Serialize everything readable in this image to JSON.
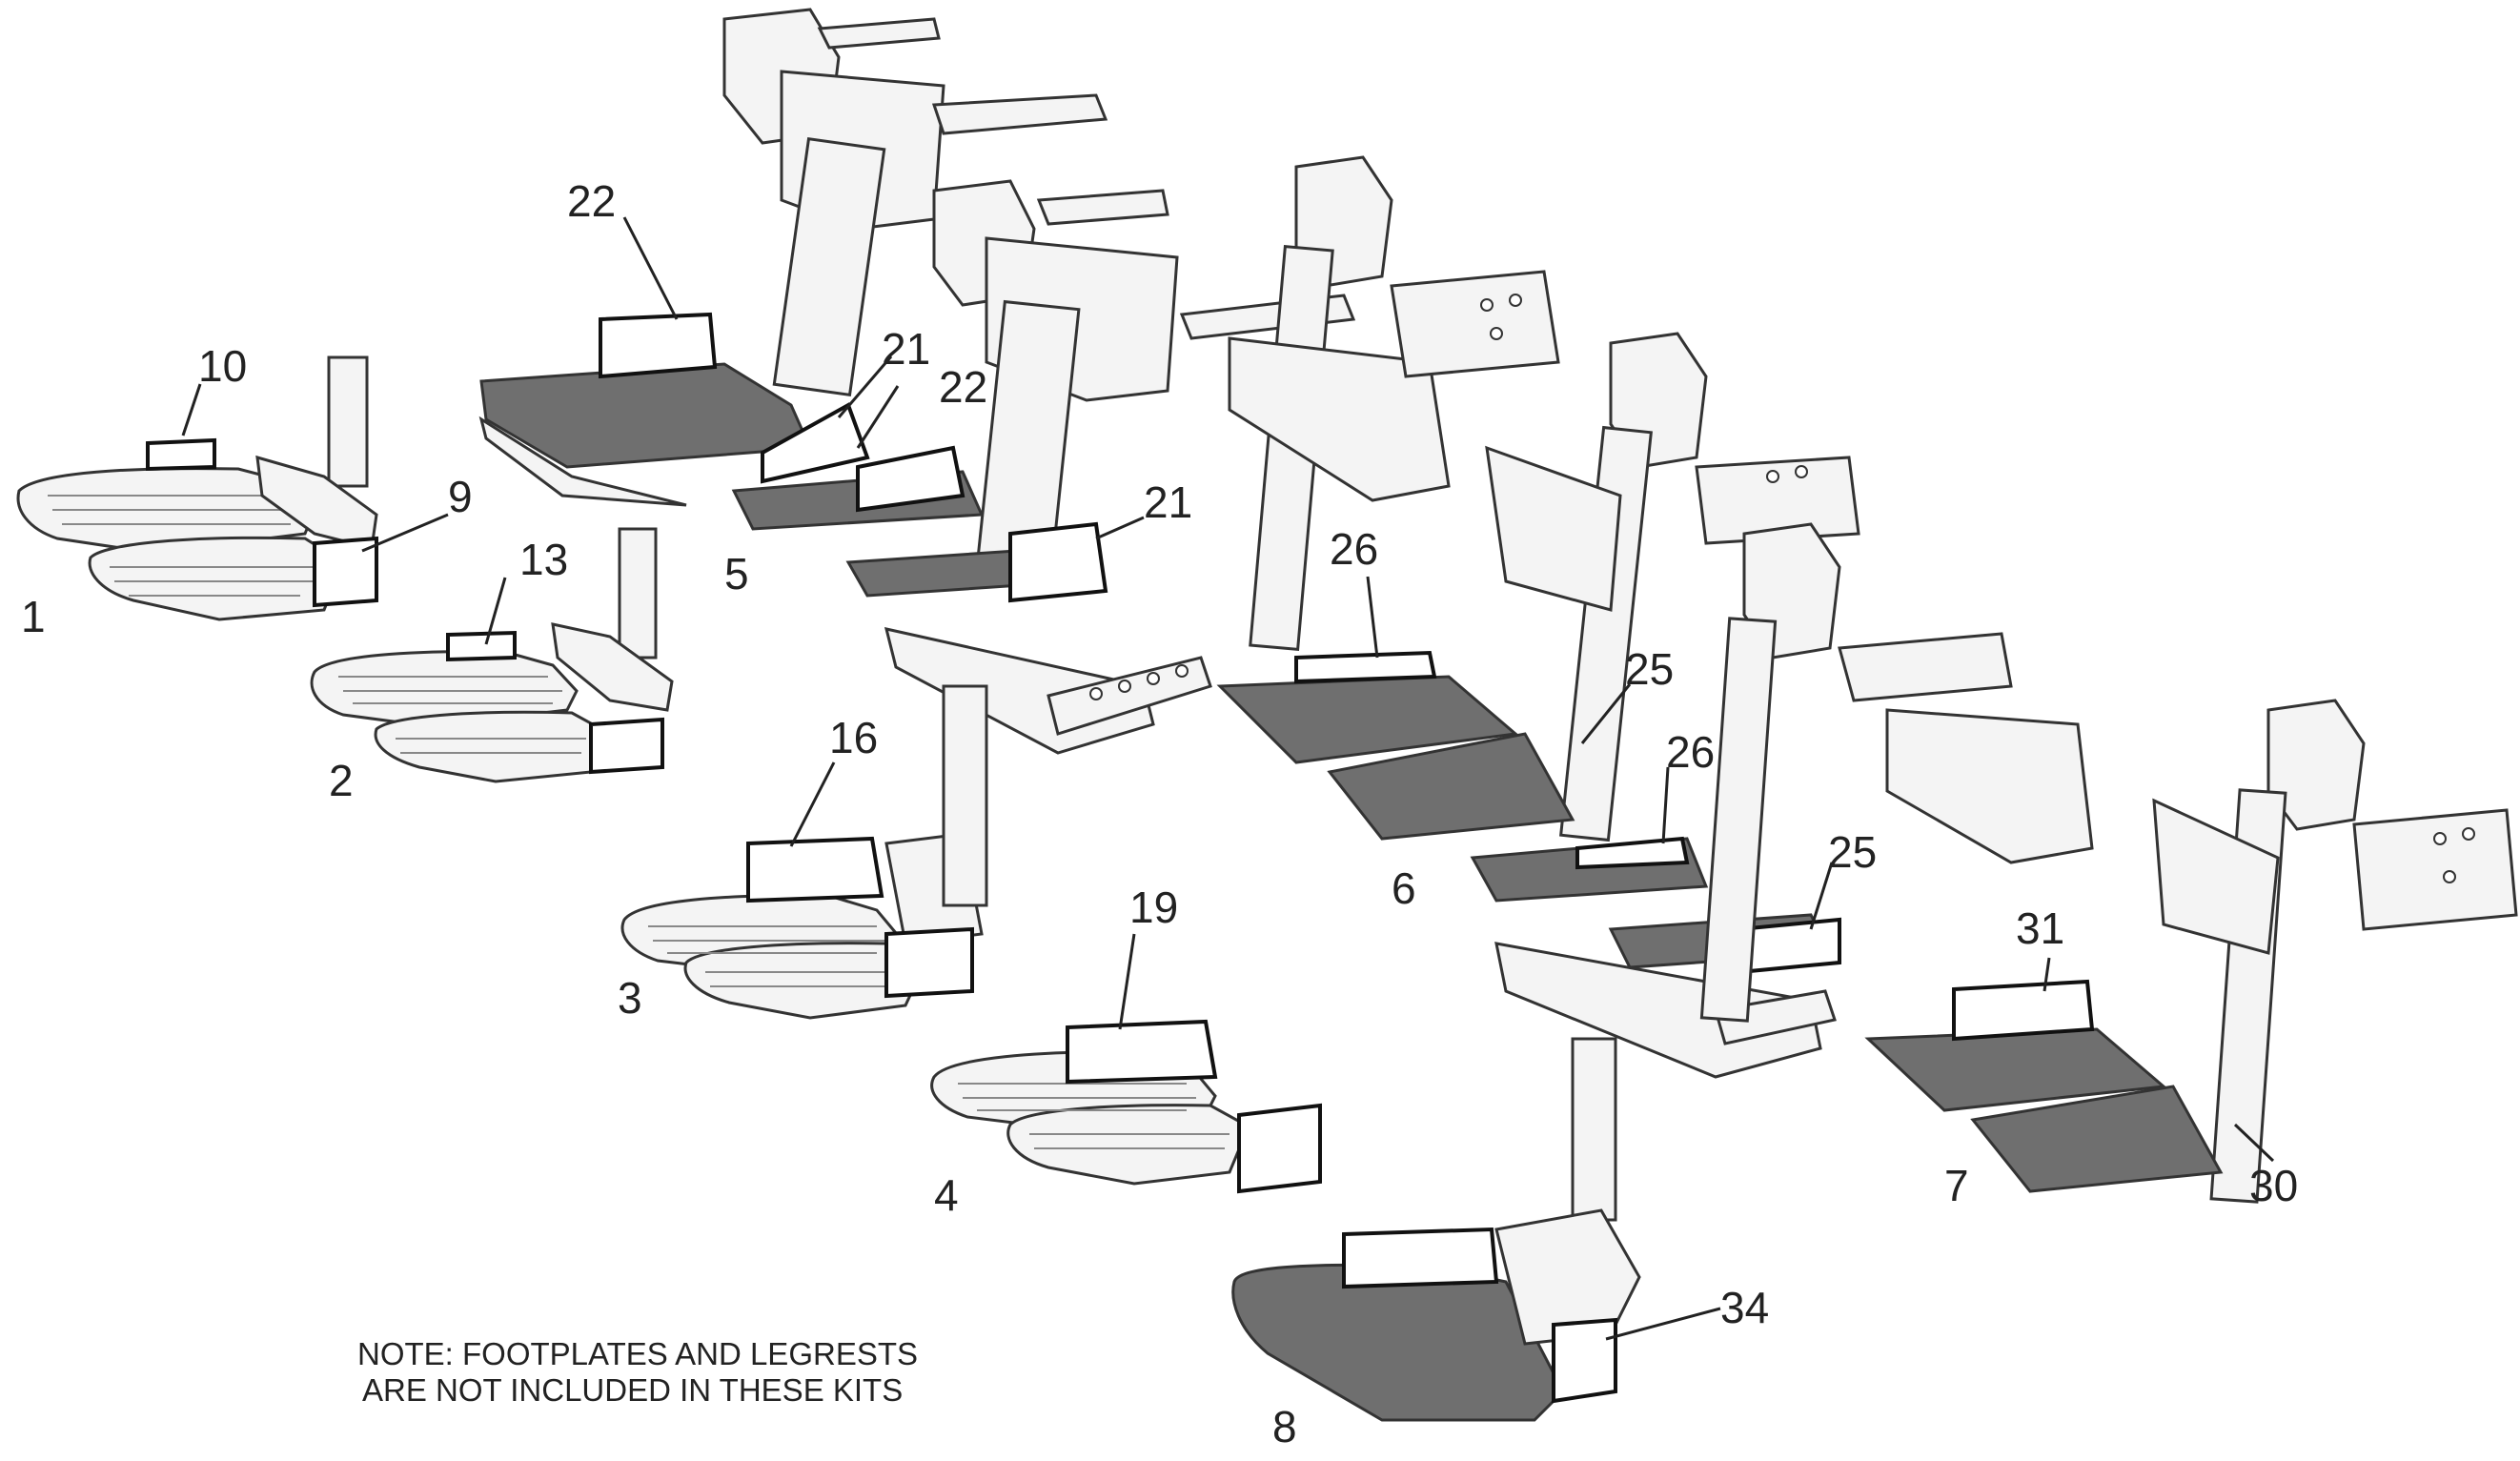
{
  "labels": {
    "l1": "1",
    "l2": "2",
    "l3": "3",
    "l4": "4",
    "l5": "5",
    "l6": "6",
    "l7": "7",
    "l8": "8",
    "l9": "9",
    "l10": "10",
    "l13": "13",
    "l16": "16",
    "l19": "19",
    "l21a": "21",
    "l21b": "21",
    "l22a": "22",
    "l22b": "22",
    "l25a": "25",
    "l25b": "25",
    "l26a": "26",
    "l26b": "26",
    "l30": "30",
    "l31": "31",
    "l34": "34"
  },
  "note": {
    "line1": "NOTE: FOOTPLATES AND LEGRESTS",
    "line2": "ARE NOT INCLUDED IN THESE KITS"
  },
  "colors": {
    "line": "#222222",
    "part_fill": "#f4f4f4",
    "tread_fill": "#6f6f6f",
    "background": "#ffffff"
  }
}
